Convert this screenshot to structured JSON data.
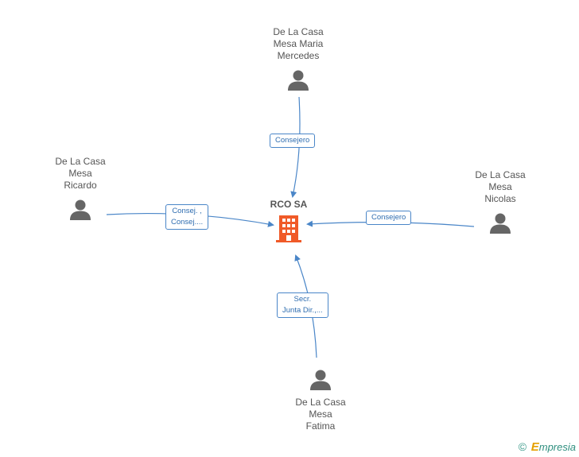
{
  "company": {
    "name": "RCO SA",
    "icon": "building-icon",
    "color": "#f05a28"
  },
  "people": [
    {
      "id": "maria",
      "name_lines": [
        "De La Casa",
        "Mesa Maria",
        "Mercedes"
      ],
      "icon": "person-icon"
    },
    {
      "id": "ricardo",
      "name_lines": [
        "De La Casa",
        "Mesa",
        "Ricardo"
      ],
      "icon": "person-icon"
    },
    {
      "id": "nicolas",
      "name_lines": [
        "De La Casa",
        "Mesa",
        "Nicolas"
      ],
      "icon": "person-icon"
    },
    {
      "id": "fatima",
      "name_lines": [
        "De La Casa",
        "Mesa",
        "Fatima"
      ],
      "icon": "person-icon"
    }
  ],
  "relations": [
    {
      "from": "maria",
      "role_lines": [
        "Consejero"
      ]
    },
    {
      "from": "ricardo",
      "role_lines": [
        "Consej. ,",
        "Consej...."
      ]
    },
    {
      "from": "nicolas",
      "role_lines": [
        "Consejero"
      ]
    },
    {
      "from": "fatima",
      "role_lines": [
        "Secr.",
        "Junta Dir.,..."
      ]
    }
  ],
  "colors": {
    "edge": "#4a86c8",
    "person_icon": "#666666",
    "label_text": "#555555"
  },
  "footer": {
    "copyright": "©",
    "brand_initial": "E",
    "brand_rest": "mpresia"
  }
}
